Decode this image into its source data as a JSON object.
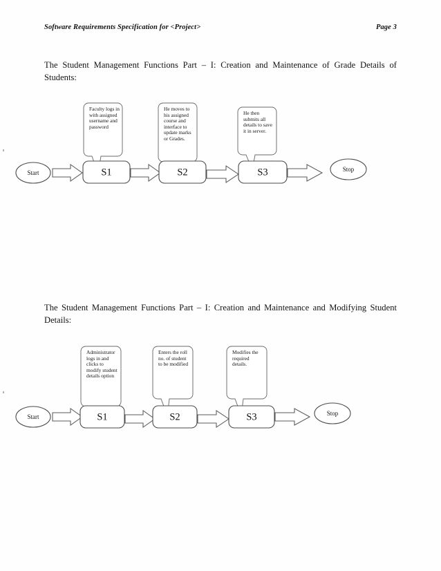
{
  "header": {
    "title": "Software Requirements Specification for <Project>",
    "page_label": "Page 3"
  },
  "sections": [
    {
      "id": "grade-details",
      "paragraph": "The Student Management Functions Part – I: Creation and Maintenance of Grade Details of Students:"
    },
    {
      "id": "modify-student-details",
      "paragraph": "The Student Management Functions Part – I: Creation and Maintenance and Modifying Student Details:"
    }
  ],
  "diagrams": [
    {
      "id": "grade-details-flow",
      "start_label": "Start",
      "stop_label": "Stop",
      "states": [
        {
          "label": "S1",
          "callout": "Faculty logs in with assigned username and password"
        },
        {
          "label": "S2",
          "callout": "He moves to his assigned course and interface to update marks or Grades."
        },
        {
          "label": "S3",
          "callout": "He then submits all details to save it in server."
        }
      ]
    },
    {
      "id": "modify-student-flow",
      "start_label": "Start",
      "stop_label": "Stop",
      "states": [
        {
          "label": "S1",
          "callout": "Administrator logs in and clicks to modify student details option"
        },
        {
          "label": "S2",
          "callout": "Enters the roll no. of student to be modified"
        },
        {
          "label": "S3",
          "callout": "Modifies the required details."
        }
      ]
    }
  ],
  "colors": {
    "page_background": "#fefefe",
    "text": "#131313",
    "stroke": "#4a4a4a",
    "bubble_stroke": "#6b6b6b"
  }
}
